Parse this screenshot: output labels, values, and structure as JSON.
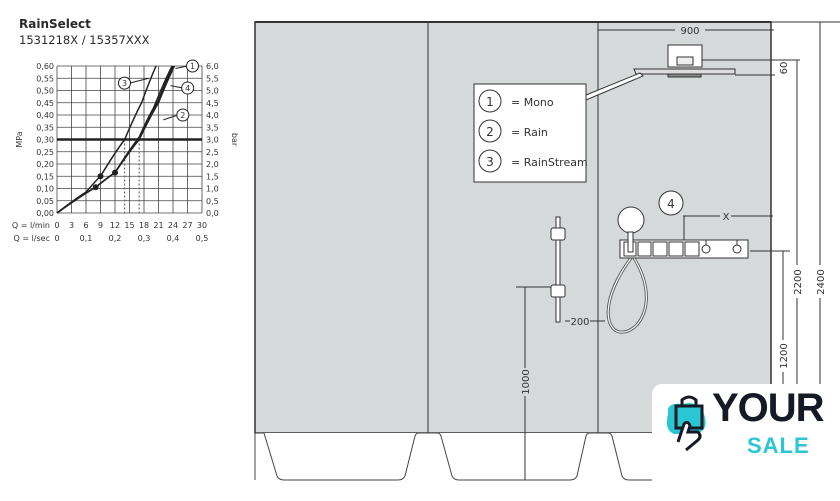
{
  "header": {
    "title": "RainSelect",
    "subtitle": "1531218X / 15357XXX"
  },
  "chart_data": {
    "type": "line",
    "title": "RainSelect",
    "ylabel": "MPa",
    "ylabel_right": "bar",
    "xlabel_lmin": "Q = l/min",
    "xlabel_lsec": "Q = l/sec",
    "xlim": [
      0,
      30
    ],
    "ylim": [
      0,
      0.6
    ],
    "grid": true,
    "x_ticks_lmin": [
      "0",
      "3",
      "6",
      "9",
      "12",
      "15",
      "18",
      "21",
      "24",
      "27",
      "30"
    ],
    "x_ticks_lsec": [
      "0",
      "0,1",
      "0,2",
      "0,3",
      "0,4",
      "0,5"
    ],
    "y_ticks_mpa": [
      "0,00",
      "0,05",
      "0,10",
      "0,15",
      "0,20",
      "0,25",
      "0,30",
      "0,35",
      "0,40",
      "0,45",
      "0,50",
      "0,55",
      "0,60"
    ],
    "y_ticks_bar": [
      "0,0",
      "0,5",
      "1,0",
      "1,5",
      "2,0",
      "2,5",
      "3,0",
      "3,5",
      "4,0",
      "4,5",
      "5,0",
      "5,5",
      "6,0"
    ],
    "reference_line": 0.3,
    "series": [
      {
        "name": "1",
        "x": [
          0,
          8,
          12,
          17,
          21,
          24.3
        ],
        "y": [
          0,
          0.105,
          0.165,
          0.3,
          0.45,
          0.6
        ]
      },
      {
        "name": "2",
        "x": [
          0,
          8,
          12,
          17,
          20,
          23.8
        ],
        "y": [
          0,
          0.105,
          0.165,
          0.31,
          0.43,
          0.6
        ]
      },
      {
        "name": "3",
        "x": [
          0,
          6,
          9,
          14,
          17.5,
          20.5
        ],
        "y": [
          0,
          0.085,
          0.15,
          0.3,
          0.45,
          0.6
        ]
      },
      {
        "name": "4",
        "x": [
          0,
          8,
          12,
          17,
          21,
          24
        ],
        "y": [
          0,
          0.105,
          0.165,
          0.3,
          0.46,
          0.6
        ]
      }
    ],
    "markers": [
      {
        "x": 8,
        "y": 0.105
      },
      {
        "x": 9,
        "y": 0.15
      },
      {
        "x": 12,
        "y": 0.165
      }
    ],
    "dashed_verticals": [
      14,
      17
    ]
  },
  "legend": {
    "items": [
      {
        "num": "1",
        "label": "= Mono"
      },
      {
        "num": "2",
        "label": "= Rain"
      },
      {
        "num": "3",
        "label": "= RainStream"
      }
    ]
  },
  "diagram": {
    "callout_4": "4",
    "dim_900": "900",
    "dim_60": "60",
    "dim_x": "X",
    "dim_200": "200",
    "dim_1000": "1000",
    "dim_1200": "1200",
    "dim_2200": "2200",
    "dim_2400": "2400"
  },
  "logo": {
    "line1": "YOUR",
    "line2": "SALE",
    "colors": {
      "dark": "#151a24",
      "accent": "#2bc6d4"
    }
  }
}
